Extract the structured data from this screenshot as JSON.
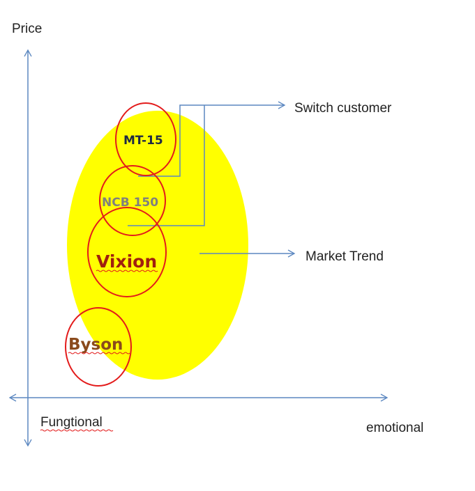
{
  "axes": {
    "y_label": "Price",
    "x_left_label": "Fungtional",
    "x_right_label": "emotional"
  },
  "annotations": {
    "switch_customer": "Switch customer",
    "market_trend": "Market Trend"
  },
  "brands": [
    {
      "name": "MT-15",
      "color": "#1f2a44"
    },
    {
      "name": "NCB 150",
      "color": "#7f7f7f"
    },
    {
      "name": "Vixion",
      "color": "#a0200f"
    },
    {
      "name": "Byson",
      "color": "#8a4a1c"
    }
  ],
  "colors": {
    "market_area": "#ffff00",
    "brand_circle": "#e31b1b",
    "lines": "#5b87c0"
  }
}
